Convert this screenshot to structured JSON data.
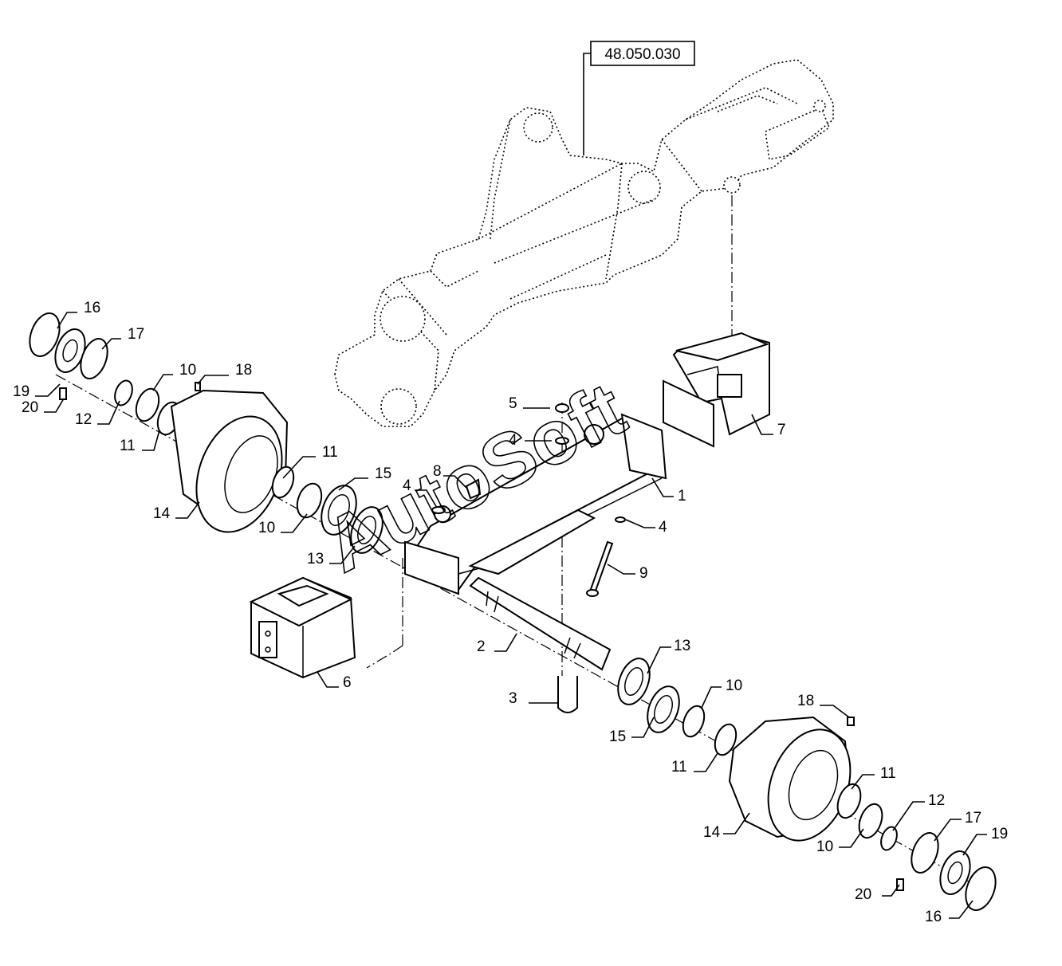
{
  "reference": {
    "label": "48.050.030"
  },
  "watermark": {
    "text": "AutoSoft"
  },
  "callouts": [
    {
      "id": "c16a",
      "text": "16"
    },
    {
      "id": "c17a",
      "text": "17"
    },
    {
      "id": "c10a",
      "text": "10"
    },
    {
      "id": "c18a",
      "text": "18"
    },
    {
      "id": "c19a",
      "text": "19"
    },
    {
      "id": "c20a",
      "text": "20"
    },
    {
      "id": "c12a",
      "text": "12"
    },
    {
      "id": "c11a",
      "text": "11"
    },
    {
      "id": "c11b",
      "text": "11"
    },
    {
      "id": "c14a",
      "text": "14"
    },
    {
      "id": "c15a",
      "text": "15"
    },
    {
      "id": "c10b",
      "text": "10"
    },
    {
      "id": "c13a",
      "text": "13"
    },
    {
      "id": "c8",
      "text": "8"
    },
    {
      "id": "c4a",
      "text": "4"
    },
    {
      "id": "c5",
      "text": "5"
    },
    {
      "id": "c4b",
      "text": "4"
    },
    {
      "id": "c7",
      "text": "7"
    },
    {
      "id": "c1",
      "text": "1"
    },
    {
      "id": "c4c",
      "text": "4"
    },
    {
      "id": "c9",
      "text": "9"
    },
    {
      "id": "c2",
      "text": "2"
    },
    {
      "id": "c6",
      "text": "6"
    },
    {
      "id": "c3",
      "text": "3"
    },
    {
      "id": "c13b",
      "text": "13"
    },
    {
      "id": "c10c",
      "text": "10"
    },
    {
      "id": "c15b",
      "text": "15"
    },
    {
      "id": "c18b",
      "text": "18"
    },
    {
      "id": "c11c",
      "text": "11"
    },
    {
      "id": "c11d",
      "text": "11"
    },
    {
      "id": "c14b",
      "text": "14"
    },
    {
      "id": "c12b",
      "text": "12"
    },
    {
      "id": "c10d",
      "text": "10"
    },
    {
      "id": "c17b",
      "text": "17"
    },
    {
      "id": "c19b",
      "text": "19"
    },
    {
      "id": "c20b",
      "text": "20"
    },
    {
      "id": "c16b",
      "text": "16"
    }
  ]
}
